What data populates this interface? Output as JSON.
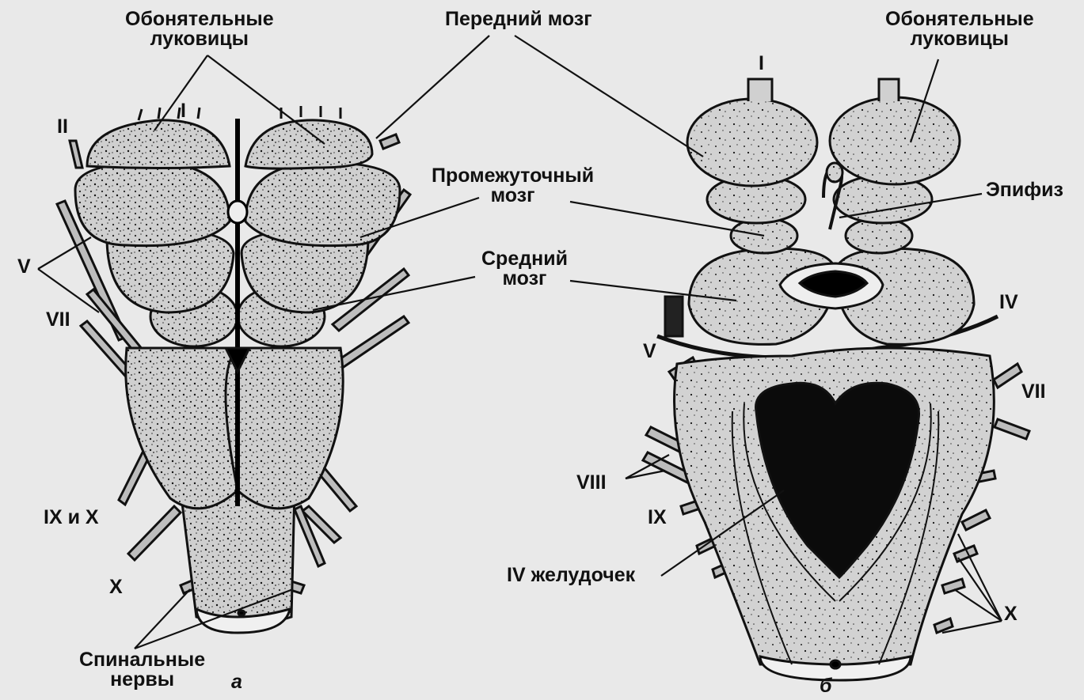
{
  "labels": {
    "olfactory_left": [
      "Обонятельные",
      "луковицы"
    ],
    "forebrain": "Передний мозг",
    "olfactory_right": [
      "Обонятельные",
      "луковицы"
    ],
    "diencephalon": [
      "Промежуточный",
      "мозг"
    ],
    "epiphysis": "Эпифиз",
    "midbrain": [
      "Средний",
      "мозг"
    ],
    "fourth_ventricle": "IV желудочек",
    "spinal_nerves": [
      "Спинальные",
      "нервы"
    ],
    "panel_a": "а",
    "panel_b": "б"
  },
  "nerves_left": {
    "I": "I",
    "II": "II",
    "V": "V",
    "VII": "VII",
    "IX_X": "IX и X",
    "X": "X"
  },
  "nerves_right": {
    "I": "I",
    "IV": "IV",
    "V": "V",
    "VII": "VII",
    "VIII": "VIII",
    "IX": "IX",
    "X": "X"
  },
  "colors": {
    "background": "#e9e9e9",
    "tissue": "#c9c9c9",
    "ink": "#111111",
    "cavity": "#0b0b0b"
  }
}
